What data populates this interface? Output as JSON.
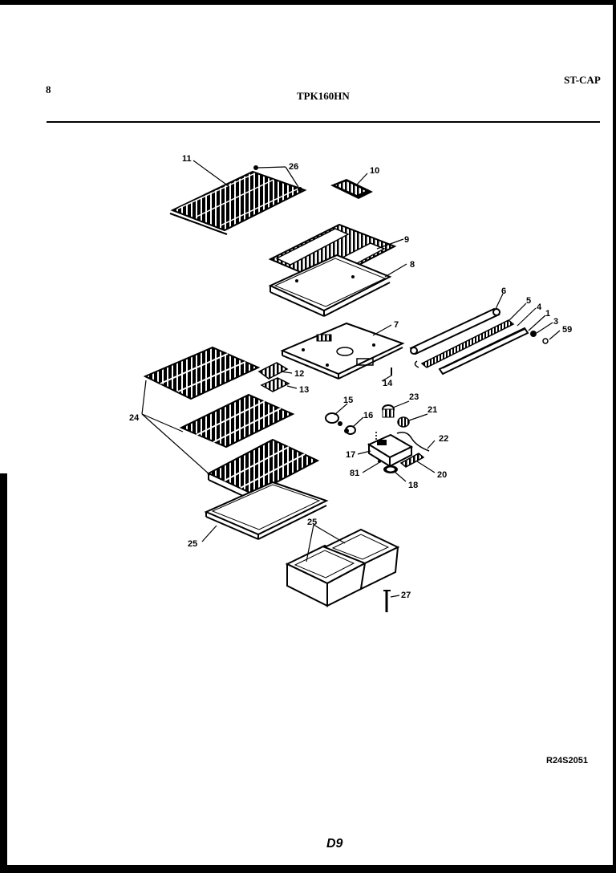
{
  "header": {
    "page_number": "8",
    "model": "TPK160HN",
    "section_code": "ST-CAP"
  },
  "footer": {
    "reference_code": "R24S2051",
    "page_code": "D9"
  },
  "callouts": [
    "11",
    "26",
    "10",
    "9",
    "8",
    "6",
    "5",
    "4",
    "1",
    "3",
    "59",
    "7",
    "12",
    "13",
    "14",
    "24",
    "15",
    "16",
    "23",
    "21",
    "22",
    "17",
    "81",
    "18",
    "20",
    "25",
    "25",
    "27"
  ]
}
